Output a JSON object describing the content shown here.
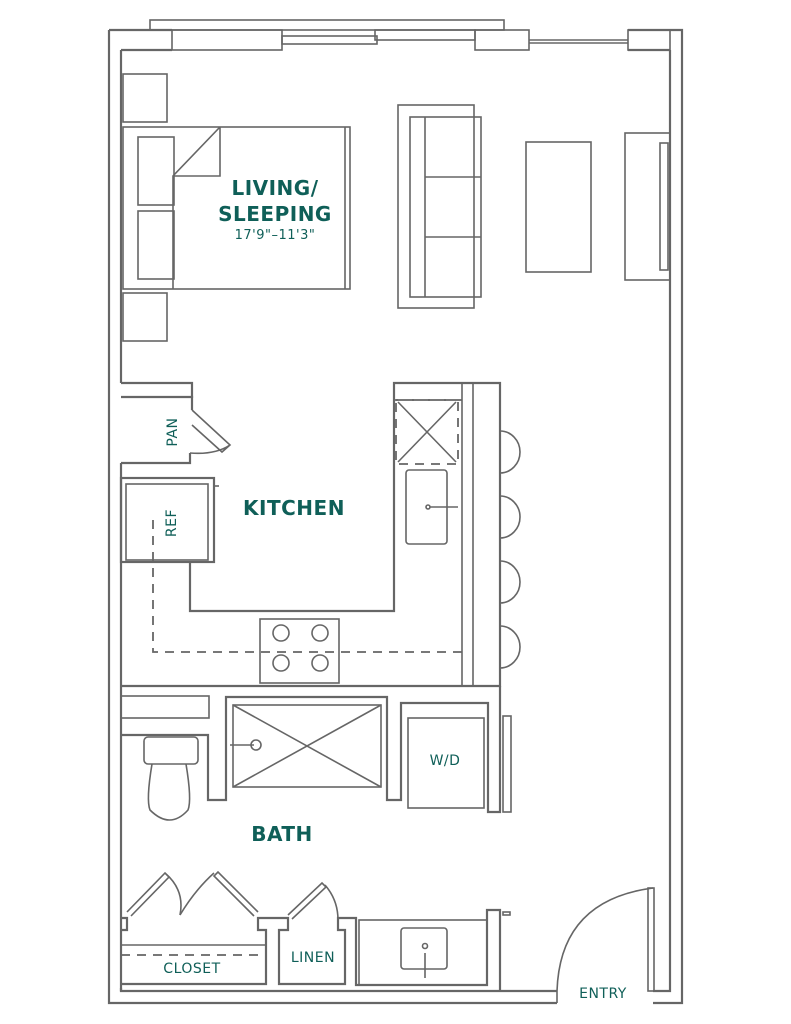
{
  "rooms": {
    "living": {
      "name_line1": "LIVING/",
      "name_line2": "SLEEPING",
      "dimensions": "17'9\"–11'3\""
    },
    "kitchen": "KITCHEN",
    "bath": "BATH",
    "pantry": "PAN",
    "refrigerator": "REF",
    "washer_dryer": "W/D",
    "closet": "CLOSET",
    "linen": "LINEN",
    "entry": "ENTRY"
  },
  "colors": {
    "label": "#0f5f58",
    "lines": "#666666"
  }
}
